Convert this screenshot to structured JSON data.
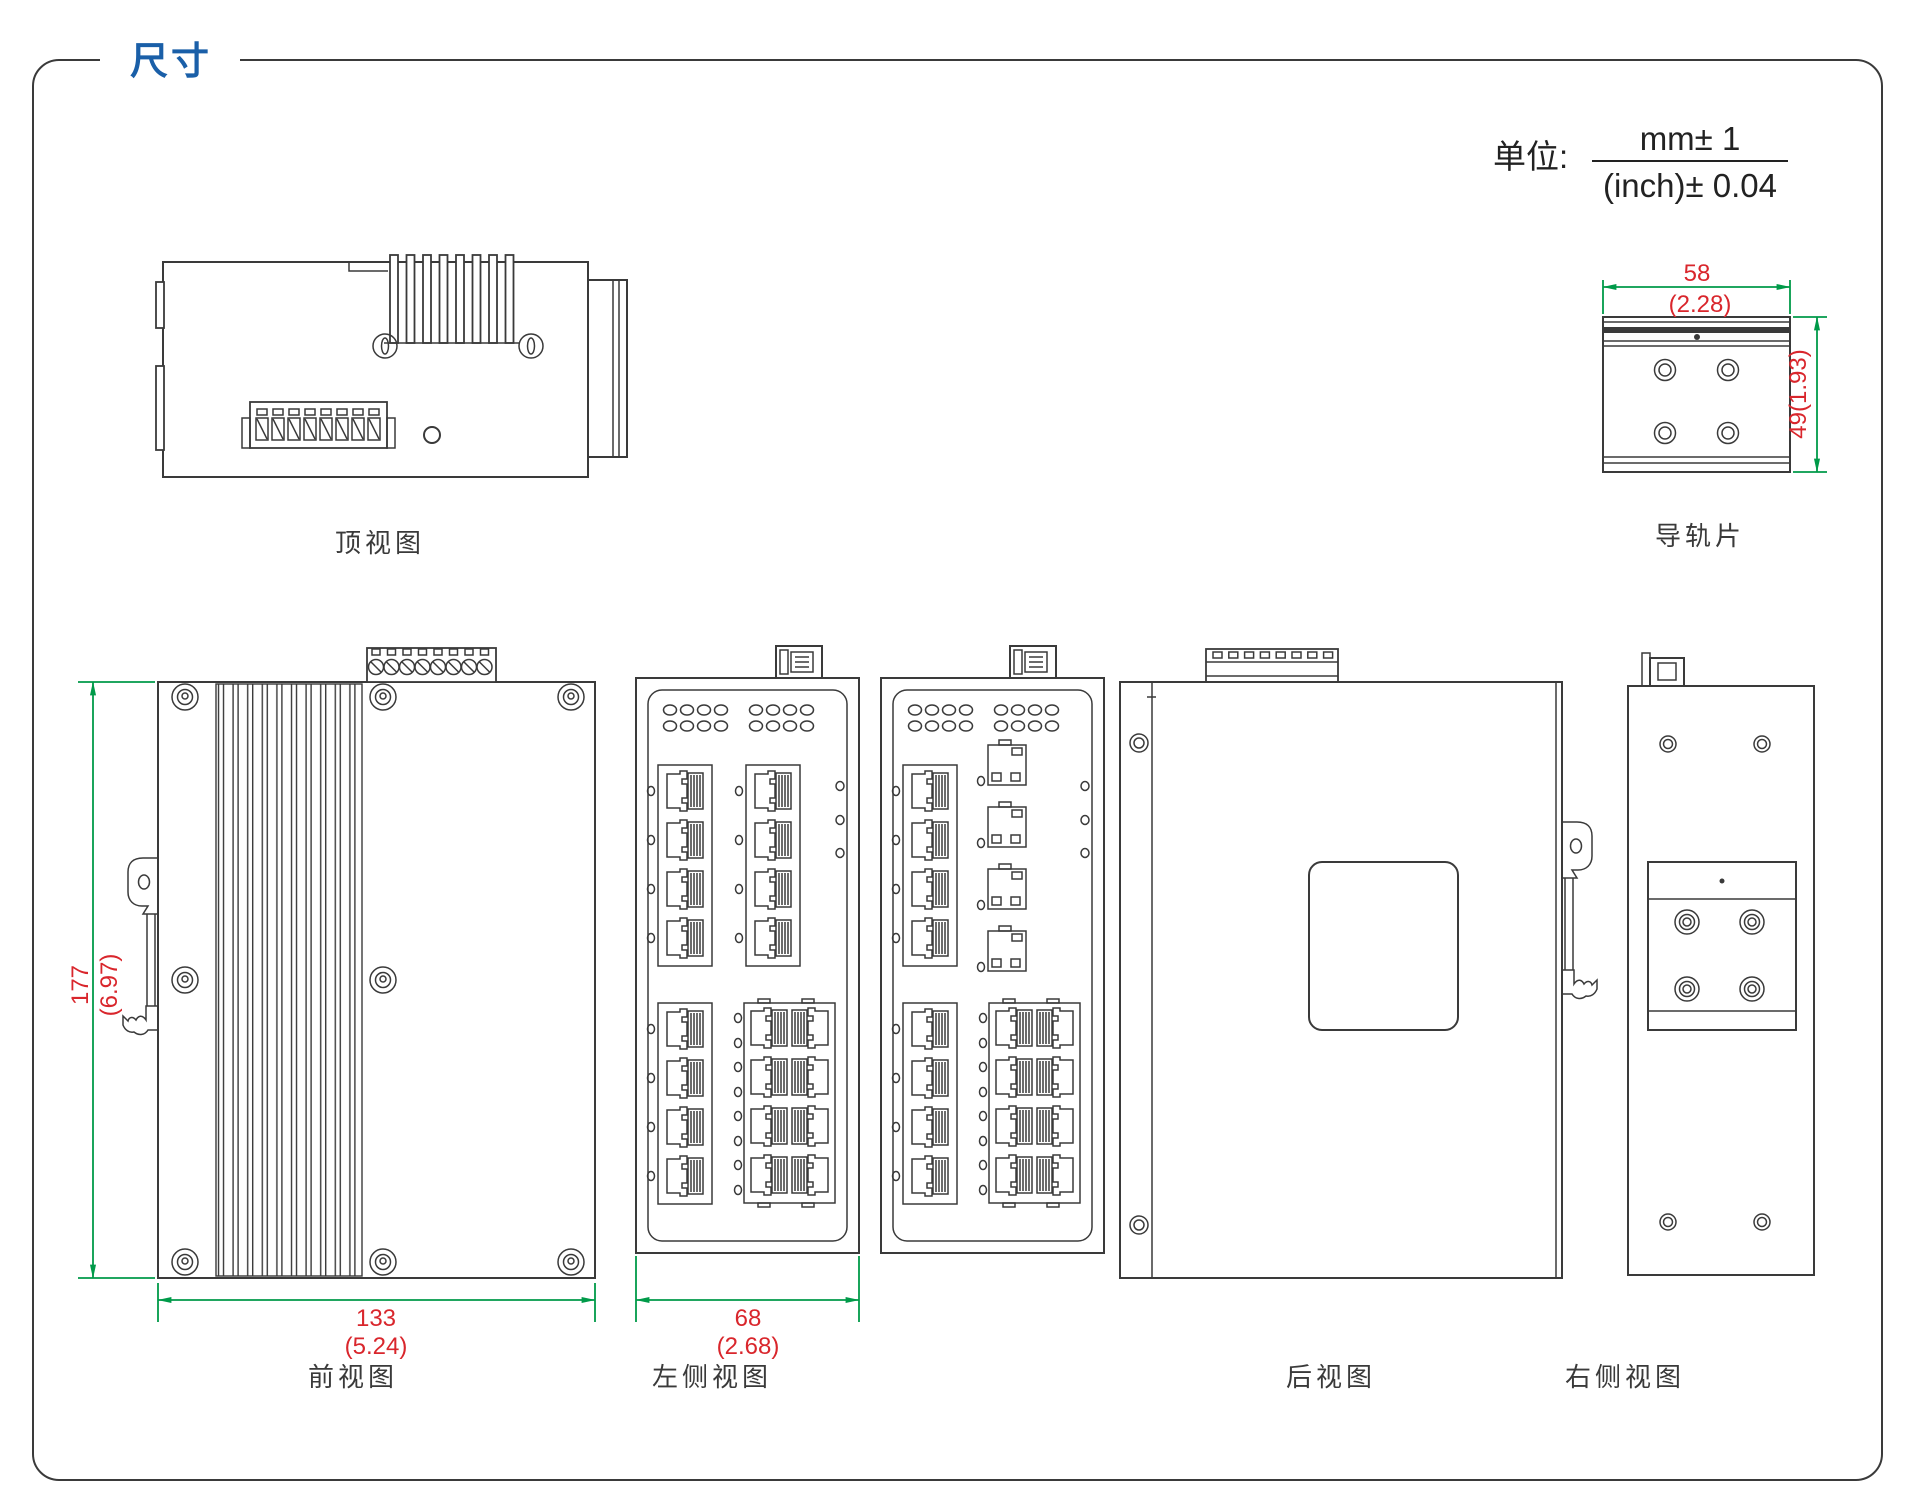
{
  "page": {
    "title": "尺寸",
    "unit": {
      "prefix": "单位:",
      "numerator": "mm± 1",
      "denominator": "(inch)± 0.04"
    },
    "colors": {
      "line": "#3a3a3a",
      "dimension_line": "#009a49",
      "dimension_text": "#d9262c",
      "title_text": "#1a5fa8"
    }
  },
  "views": {
    "top": {
      "label": "顶视图"
    },
    "din_plate": {
      "label": "导轨片",
      "width_mm": "58",
      "width_inch": "(2.28)",
      "height": "49(1.93)"
    },
    "front": {
      "label": "前视图",
      "height_mm": "177",
      "height_inch": "(6.97)",
      "width_mm": "133",
      "width_inch": "(5.24)"
    },
    "left": {
      "label": "左侧视图",
      "width_mm": "68",
      "width_inch": "(2.68)"
    },
    "rear": {
      "label": "后视图"
    },
    "right": {
      "label": "右侧视图"
    }
  }
}
